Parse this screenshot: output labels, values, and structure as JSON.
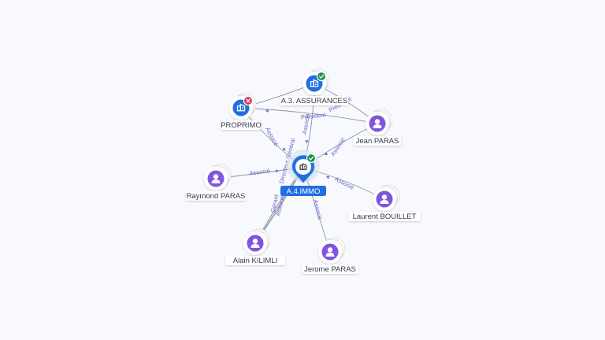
{
  "center": {
    "id": "a4immo",
    "label": "A.4.IMMO",
    "status": "active"
  },
  "nodes": [
    {
      "id": "a3",
      "label": "A.3. ASSURANCES",
      "kind": "company",
      "status": "active"
    },
    {
      "id": "proprimo",
      "label": "PROPRIMO",
      "kind": "company",
      "status": "closed"
    },
    {
      "id": "jean",
      "label": "Jean PARAS",
      "kind": "person"
    },
    {
      "id": "raymond",
      "label": "Raymond PARAS",
      "kind": "person"
    },
    {
      "id": "laurent",
      "label": "Laurent BOUILLET",
      "kind": "person"
    },
    {
      "id": "alain",
      "label": "Alain KILIMLI",
      "kind": "person"
    },
    {
      "id": "jerome",
      "label": "Jerome PARAS",
      "kind": "person"
    }
  ],
  "edges": [
    {
      "from": "proprimo",
      "to": "a4immo",
      "label": "Associé"
    },
    {
      "from": "raymond",
      "to": "a4immo",
      "label": "Associé"
    },
    {
      "from": "jean",
      "to": "a4immo",
      "label": "Associé"
    },
    {
      "from": "laurent",
      "to": "a4immo",
      "label": "Associé"
    },
    {
      "from": "jerome",
      "to": "a4immo",
      "label": "Associé"
    },
    {
      "from": "a3",
      "to": "a4immo",
      "label": "Associé"
    },
    {
      "from": "alain",
      "to": "a4immo",
      "label": "Directeur Général"
    },
    {
      "from": "alain",
      "to": "a4immo",
      "label": "Gérant"
    },
    {
      "from": "alain",
      "to": "a4immo",
      "label": "Associé"
    },
    {
      "from": "jean",
      "to": "proprimo",
      "label": "Président"
    },
    {
      "from": "jean",
      "to": "a3",
      "label": "Président"
    },
    {
      "from": "proprimo",
      "to": "a3",
      "label": ""
    }
  ],
  "colors": {
    "company": "#1f6fe0",
    "person": "#7f55e0",
    "active": "#1e8e4a",
    "closed": "#d92b4b",
    "edge": "#8a93a6",
    "edge_label": "#6a63c9"
  },
  "icons": {
    "company": "building-icon",
    "person": "user-icon",
    "active": "check-icon",
    "closed": "cross-icon"
  }
}
